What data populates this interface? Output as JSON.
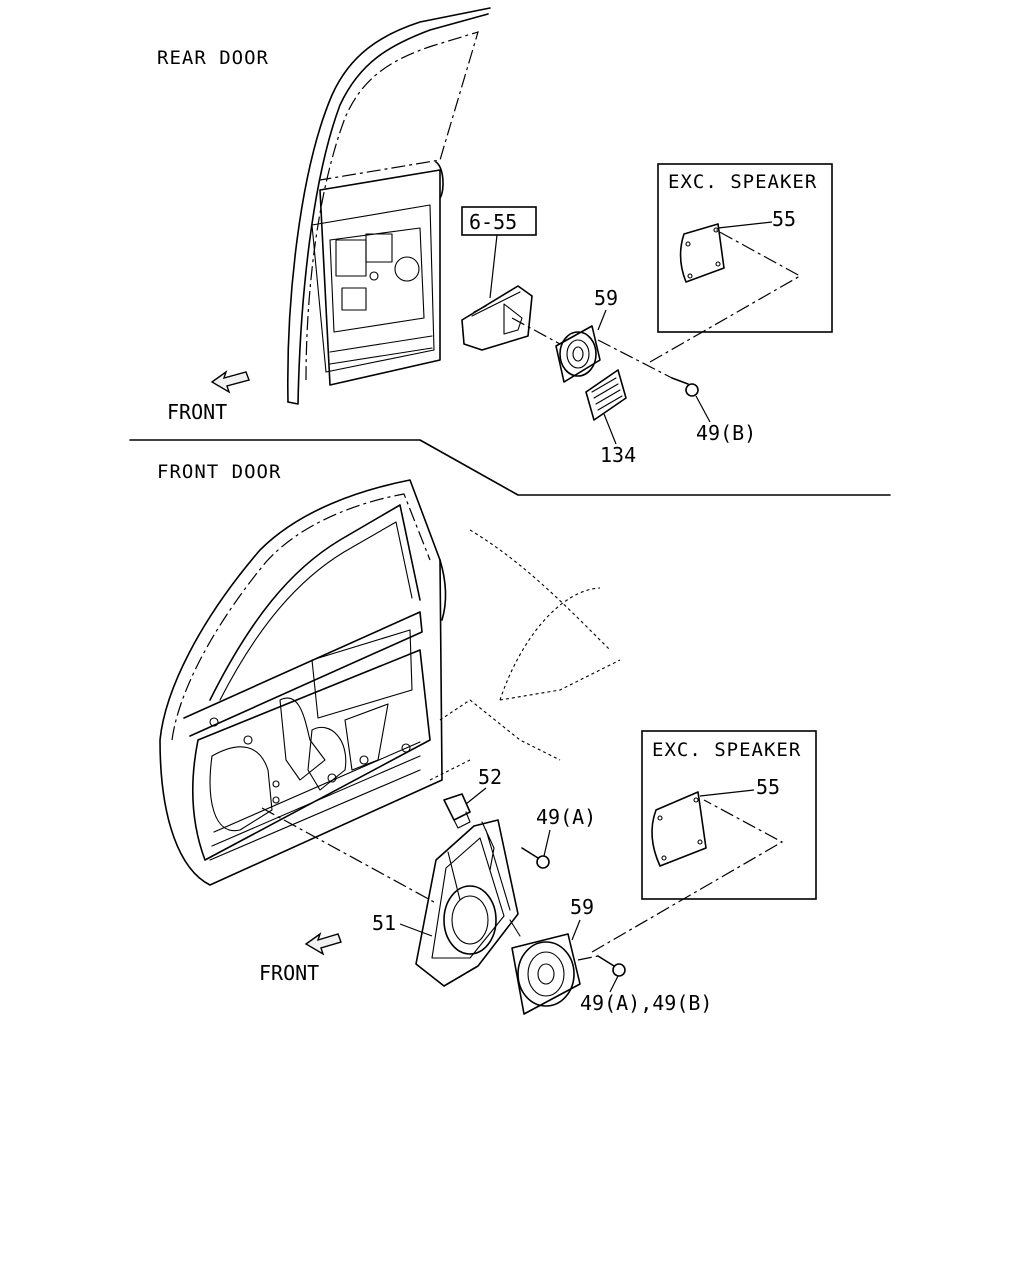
{
  "sections": {
    "rear": {
      "title": "REAR DOOR",
      "front": "FRONT",
      "exc_box_title": "EXC. SPEAKER",
      "callouts": {
        "ref_box": "6-55",
        "c55": "55",
        "c59": "59",
        "c49b": "49(B)",
        "c134": "134"
      }
    },
    "front": {
      "title": "FRONT DOOR",
      "front": "FRONT",
      "exc_box_title": "EXC. SPEAKER",
      "callouts": {
        "c52": "52",
        "c49a": "49(A)",
        "c55": "55",
        "c51": "51",
        "c59": "59",
        "c49ab": "49(A),49(B)"
      }
    }
  }
}
